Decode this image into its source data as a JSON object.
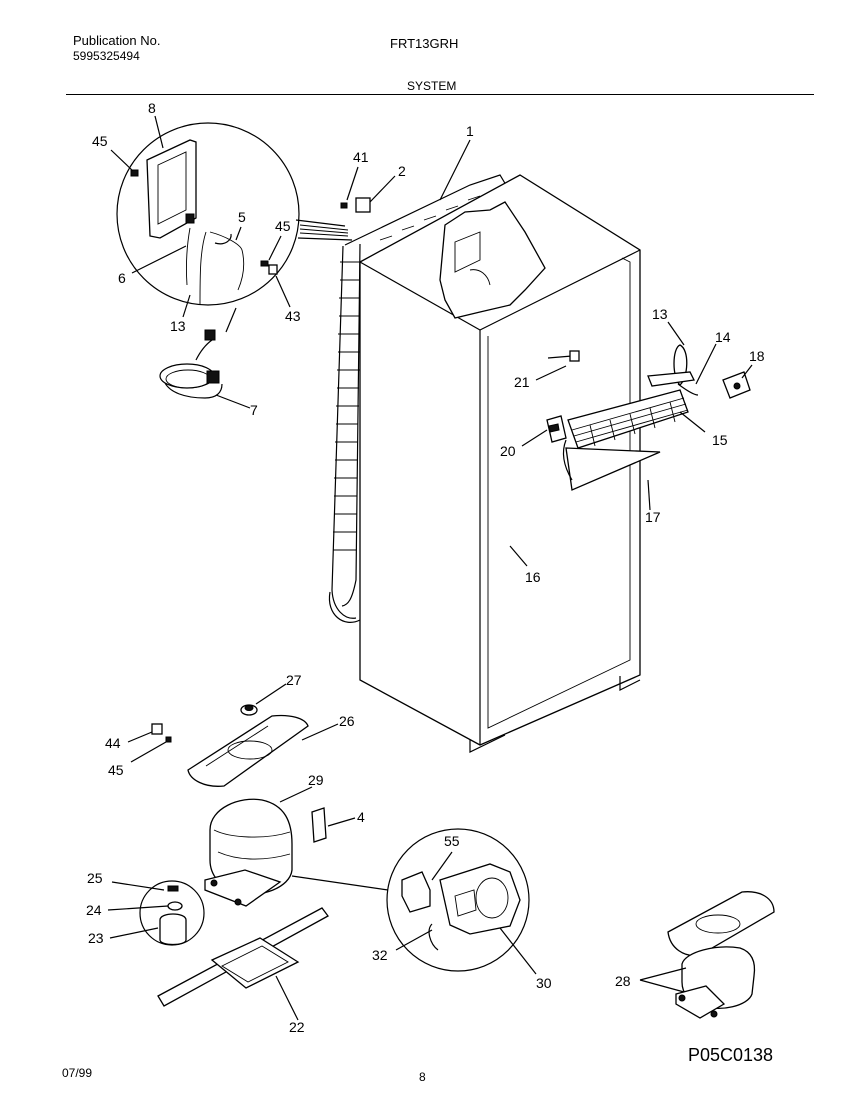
{
  "header": {
    "publication_label": "Publication No.",
    "publication_number": "5995325494",
    "model": "FRT13GRH",
    "section": "SYSTEM"
  },
  "footer": {
    "date": "07/99",
    "page": "8",
    "drawing_code": "P05C0138"
  },
  "callouts": {
    "c1": "1",
    "c2": "2",
    "c4": "4",
    "c5": "5",
    "c6": "6",
    "c7": "7",
    "c8": "8",
    "c13a": "13",
    "c13b": "13",
    "c14": "14",
    "c15": "15",
    "c16": "16",
    "c17": "17",
    "c18": "18",
    "c20": "20",
    "c21": "21",
    "c22": "22",
    "c23": "23",
    "c24": "24",
    "c25": "25",
    "c26": "26",
    "c27": "27",
    "c28": "28",
    "c29": "29",
    "c30": "30",
    "c32": "32",
    "c41": "41",
    "c43": "43",
    "c44": "44",
    "c45a": "45",
    "c45b": "45",
    "c45c": "45",
    "c55": "55"
  }
}
